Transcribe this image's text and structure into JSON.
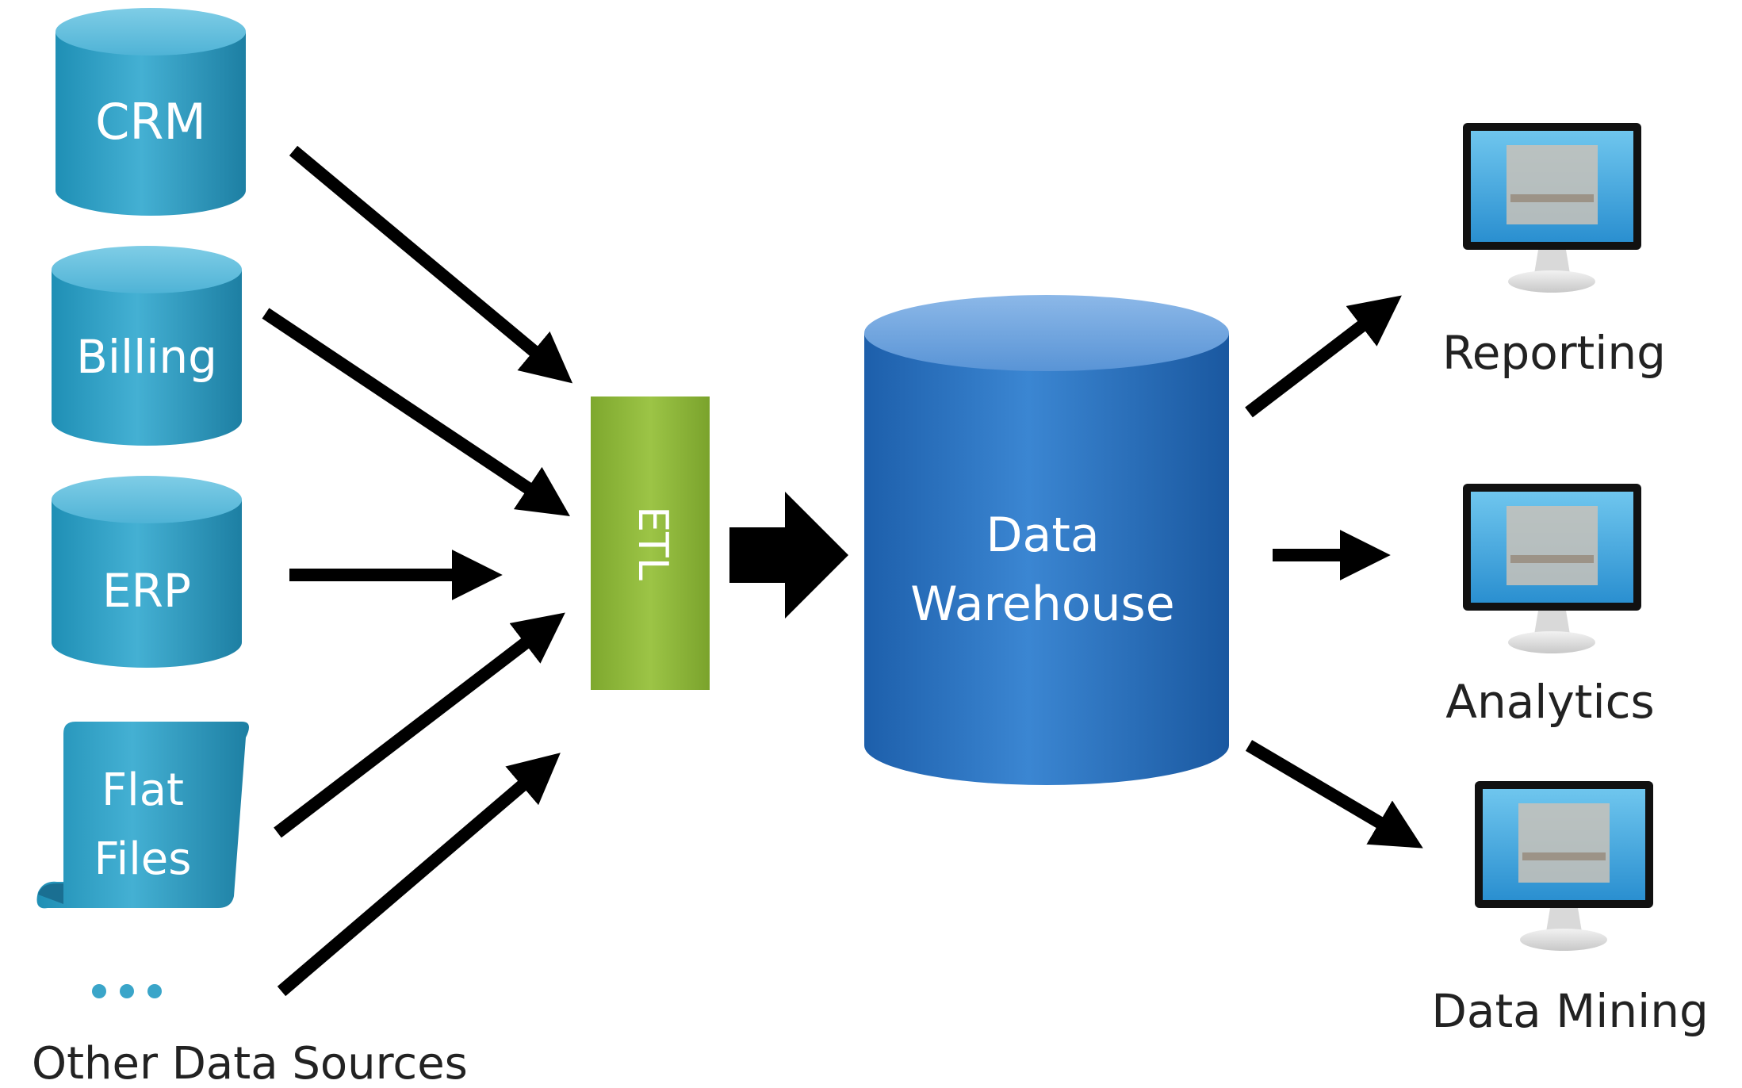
{
  "sources": {
    "crm": "CRM",
    "billing": "Billing",
    "erp": "ERP",
    "flat_files_line1": "Flat",
    "flat_files_line2": "Files",
    "other": "Other Data Sources"
  },
  "etl": {
    "label": "ETL"
  },
  "warehouse": {
    "line1": "Data",
    "line2": "Warehouse"
  },
  "outputs": {
    "reporting": "Reporting",
    "analytics": "Analytics",
    "data_mining": "Data Mining"
  },
  "colors": {
    "source_cylinder": "#3aa5c9",
    "etl_green": "#8db63a",
    "warehouse_blue": "#2f78c4",
    "arrow": "#000000"
  }
}
